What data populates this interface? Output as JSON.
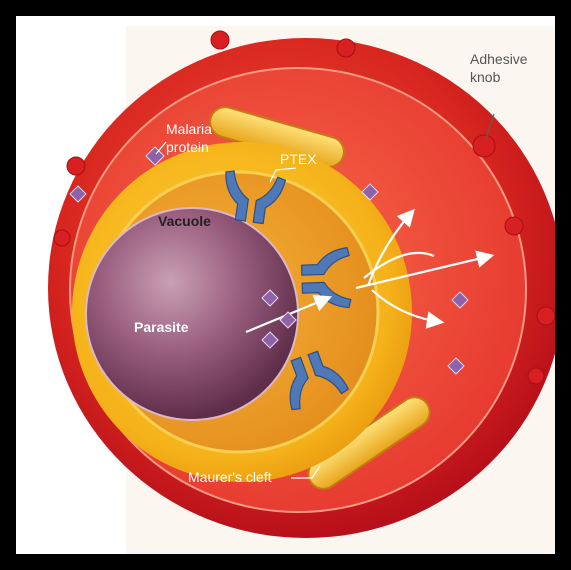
{
  "labels": {
    "adhesive_line1": "Adhesive",
    "adhesive_line2": "knob",
    "malaria_line1": "Malaria",
    "malaria_line2": "protein",
    "ptex": "PTEX",
    "vacuole": "Vacuole",
    "parasite": "Parasite",
    "maurer": "Maurer's cleft"
  },
  "colors": {
    "frame": "#000000",
    "background": "#ffffff",
    "panel": "#fbf6ef",
    "red_cell_outer": "#c8161b",
    "red_cell_inner": "#e8433a",
    "vacuole_outer": "#f2a900",
    "vacuole_inner": "#e69418",
    "parasite": "#8a4a6f",
    "ptex": "#4f78b7",
    "protein": "#8e62a8",
    "arrow": "#ffffff"
  }
}
